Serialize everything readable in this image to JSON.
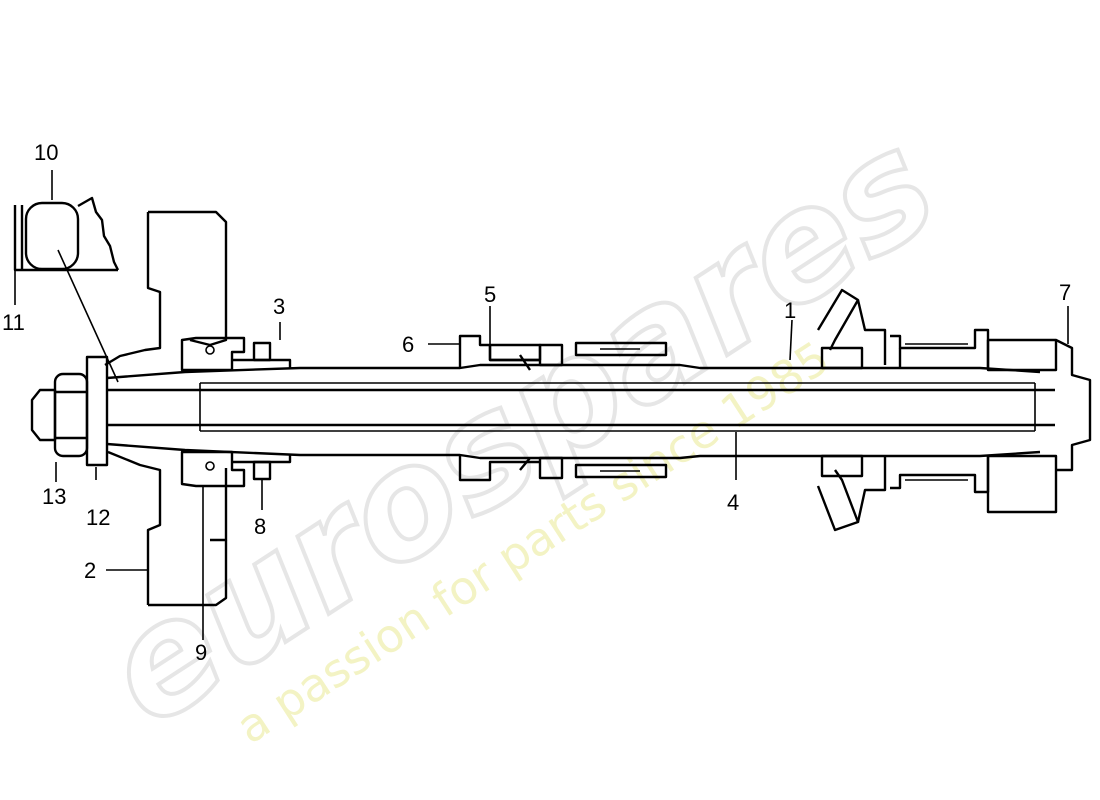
{
  "watermark": {
    "brand": "eurospares",
    "tagline": "a passion for parts since 1985",
    "brand_color": "#e6e6e6",
    "tagline_color": "#f3f3c4"
  },
  "callouts": [
    {
      "id": "1",
      "text": "1"
    },
    {
      "id": "2",
      "text": "2"
    },
    {
      "id": "3",
      "text": "3"
    },
    {
      "id": "4",
      "text": "4"
    },
    {
      "id": "5",
      "text": "5"
    },
    {
      "id": "6",
      "text": "6"
    },
    {
      "id": "7",
      "text": "7"
    },
    {
      "id": "8",
      "text": "8"
    },
    {
      "id": "9",
      "text": "9"
    },
    {
      "id": "10",
      "text": "10"
    },
    {
      "id": "11",
      "text": "11"
    },
    {
      "id": "12",
      "text": "12"
    },
    {
      "id": "13",
      "text": "13"
    }
  ]
}
